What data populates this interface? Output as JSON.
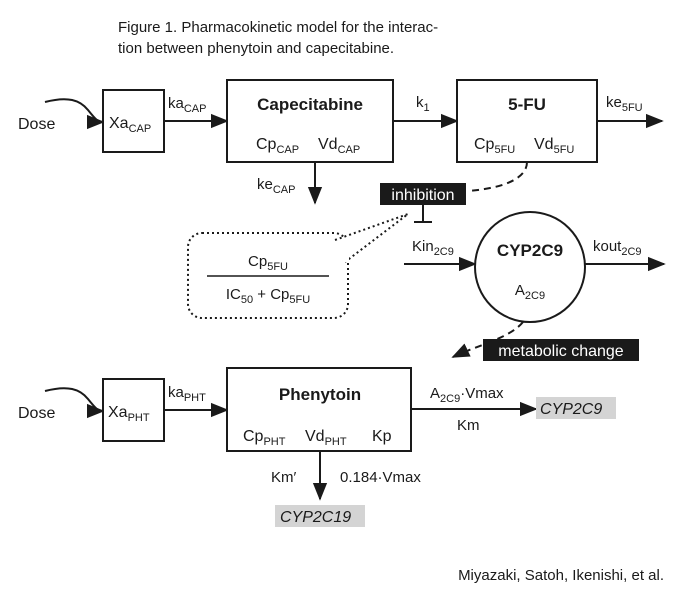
{
  "caption": {
    "line1": "Figure 1.   Pharmacokinetic model for the interac-",
    "line2": "tion between phenytoin and capecitabine."
  },
  "top_row": {
    "dose_label": "Dose",
    "xa_cap": {
      "base": "Xa",
      "sub": "CAP"
    },
    "ka_cap": {
      "base": "ka",
      "sub": "CAP"
    },
    "capecitabine": {
      "title": "Capecitabine",
      "cp": {
        "base": "Cp",
        "sub": "CAP"
      },
      "vd": {
        "base": "Vd",
        "sub": "CAP"
      }
    },
    "k1": {
      "base": "k",
      "sub": "1"
    },
    "fiveFU": {
      "title": "5-FU",
      "cp": {
        "base": "Cp",
        "sub": "5FU"
      },
      "vd": {
        "base": "Vd",
        "sub": "5FU"
      }
    },
    "ke_5fu": {
      "base": "ke",
      "sub": "5FU"
    },
    "ke_cap": {
      "base": "ke",
      "sub": "CAP"
    }
  },
  "middle": {
    "inhibition_label": "inhibition",
    "formula": {
      "numerator": {
        "base": "Cp",
        "sub": "5FU"
      },
      "denominator": {
        "a": "IC",
        "a_sub": "50",
        "plus": " + Cp",
        "b_sub": "5FU"
      }
    },
    "kin": {
      "base": "Kin",
      "sub": "2C9"
    },
    "cyp2c9": {
      "title": "CYP2C9",
      "a": {
        "base": "A",
        "sub": "2C9"
      }
    },
    "kout": {
      "base": "kout",
      "sub": "2C9"
    },
    "metabolic_change_label": "metabolic change"
  },
  "bottom_row": {
    "dose_label": "Dose",
    "xa_pht": {
      "base": "Xa",
      "sub": "PHT"
    },
    "ka_pht": {
      "base": "ka",
      "sub": "PHT"
    },
    "phenytoin": {
      "title": "Phenytoin",
      "cp": {
        "base": "Cp",
        "sub": "PHT"
      },
      "vd": {
        "base": "Vd",
        "sub": "PHT"
      },
      "kp": "Kp"
    },
    "rate_2c9": {
      "num_a": "A",
      "num_sub": "2C9",
      "num_b": "·Vmax",
      "den": "Km"
    },
    "cyp2c9_out": "CYP2C9",
    "km_prime": "Km′",
    "rate_2c19": "0.184·Vmax",
    "cyp2c19_out": "CYP2C19"
  },
  "footer": "Miyazaki, Satoh, Ikenishi, et al."
}
